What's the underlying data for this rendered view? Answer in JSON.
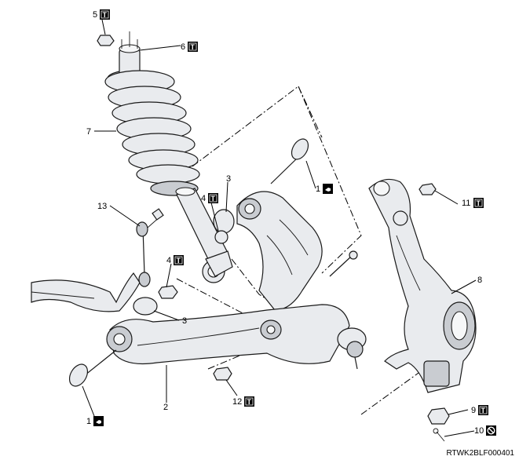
{
  "diagram": {
    "reference_code": "RTWK2BLF000401",
    "callouts": [
      {
        "id": "c5",
        "number": "5",
        "symbol": "T"
      },
      {
        "id": "c6",
        "number": "6",
        "symbol": "T"
      },
      {
        "id": "c7",
        "number": "7",
        "symbol": ""
      },
      {
        "id": "c13",
        "number": "13",
        "symbol": ""
      },
      {
        "id": "c4a",
        "number": "4",
        "symbol": "T"
      },
      {
        "id": "c3a",
        "number": "3",
        "symbol": ""
      },
      {
        "id": "c1a",
        "number": "1",
        "symbol": "grease"
      },
      {
        "id": "c11",
        "number": "11",
        "symbol": "T"
      },
      {
        "id": "c4b",
        "number": "4",
        "symbol": "T"
      },
      {
        "id": "c8",
        "number": "8",
        "symbol": ""
      },
      {
        "id": "c3b",
        "number": "3",
        "symbol": ""
      },
      {
        "id": "c2",
        "number": "2",
        "symbol": ""
      },
      {
        "id": "c12",
        "number": "12",
        "symbol": "T"
      },
      {
        "id": "c1b",
        "number": "1",
        "symbol": "grease"
      },
      {
        "id": "c9",
        "number": "9",
        "symbol": "T"
      },
      {
        "id": "c10",
        "number": "10",
        "symbol": "no-reuse"
      }
    ],
    "symbols": {
      "torque_letter": "T"
    }
  }
}
